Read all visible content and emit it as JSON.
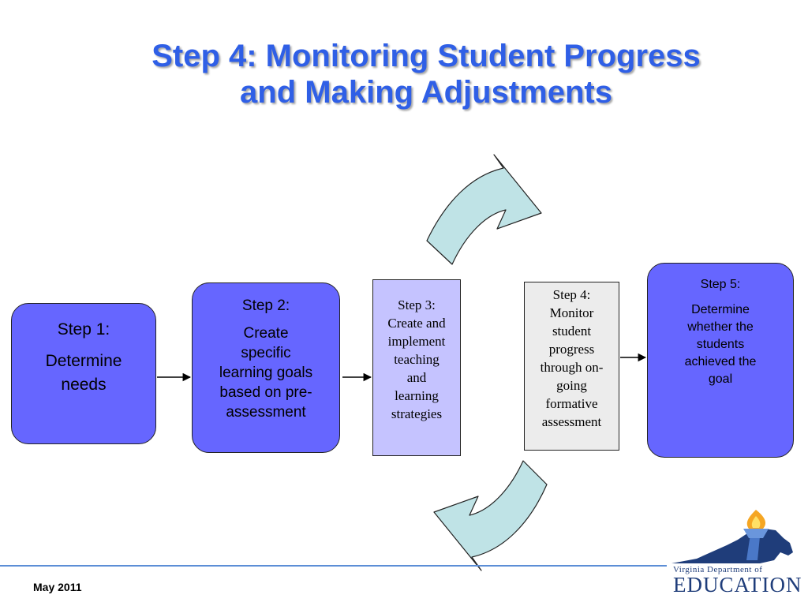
{
  "title": {
    "line1": "Step 4:  Monitoring Student Progress",
    "line2": "and Making Adjustments"
  },
  "steps": [
    {
      "head": "Step 1:",
      "body_lines": [
        "Determine",
        "needs"
      ]
    },
    {
      "head": "Step 2:",
      "body_lines": [
        "Create",
        "specific",
        "learning goals",
        "based on pre-",
        "assessment"
      ]
    },
    {
      "head": "Step 3:",
      "body_lines": [
        "Create and",
        "implement",
        "teaching",
        "and",
        "learning",
        "strategies"
      ]
    },
    {
      "head": "Step 4:",
      "body_lines": [
        "Monitor",
        "student",
        "progress",
        "through on-",
        "going",
        "formative",
        "assessment"
      ]
    },
    {
      "head": "Step 5:",
      "body_lines": [
        "Determine",
        "whether the",
        "students",
        "achieved the",
        "goal"
      ]
    }
  ],
  "colors": {
    "title": "#2f5fe6",
    "step_box_blue": "#6666ff",
    "step3_box": "#c5c3ff",
    "step4_box": "#ececec",
    "cycle_arrow": "#bfe3e6",
    "footer_line": "#5c8ed6",
    "logo_blue": "#1f3d7a"
  },
  "footer": {
    "date": "May 2011"
  },
  "logo": {
    "line1": "Virginia Department of",
    "line2": "EDUCATION",
    "icon": "virginia-torch-logo-icon"
  }
}
